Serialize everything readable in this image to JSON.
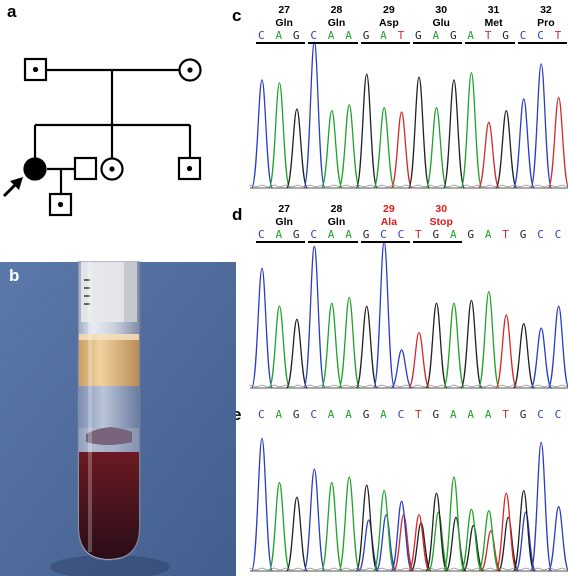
{
  "panels": {
    "a": "a",
    "b": "b",
    "c": "c",
    "d": "d",
    "e": "e"
  },
  "colors": {
    "A": "#22a22a",
    "C": "#2a3ec4",
    "G": "#222222",
    "T": "#d42a2a",
    "mutant_label": "#e01a1a",
    "photo_bg": "#4d6b9e"
  },
  "pedigree": {
    "proband_arrow": "arrow-icon",
    "individuals": [
      "I-1 male carrier",
      "I-2 female carrier",
      "II-1 affected female proband",
      "II-1 spouse male",
      "II-2 female carrier",
      "II-3 male carrier",
      "III-1 male carrier"
    ]
  },
  "panel_c": {
    "codons": [
      {
        "num": "27",
        "aa": "Gln",
        "bases": [
          "C",
          "A",
          "G"
        ]
      },
      {
        "num": "28",
        "aa": "Gln",
        "bases": [
          "C",
          "A",
          "A"
        ]
      },
      {
        "num": "29",
        "aa": "Asp",
        "bases": [
          "G",
          "A",
          "T"
        ]
      },
      {
        "num": "30",
        "aa": "Glu",
        "bases": [
          "G",
          "A",
          "G"
        ]
      },
      {
        "num": "31",
        "aa": "Met",
        "bases": [
          "A",
          "T",
          "G"
        ]
      },
      {
        "num": "32",
        "aa": "Pro",
        "bases": [
          "C",
          "C",
          "T"
        ]
      }
    ],
    "trace": [
      {
        "b": "C",
        "h": 0.74
      },
      {
        "b": "A",
        "h": 0.72
      },
      {
        "b": "G",
        "h": 0.54
      },
      {
        "b": "C",
        "h": 1.0
      },
      {
        "b": "A",
        "h": 0.53
      },
      {
        "b": "A",
        "h": 0.57
      },
      {
        "b": "G",
        "h": 0.78
      },
      {
        "b": "A",
        "h": 0.55
      },
      {
        "b": "T",
        "h": 0.52
      },
      {
        "b": "G",
        "h": 0.76
      },
      {
        "b": "A",
        "h": 0.55
      },
      {
        "b": "G",
        "h": 0.74
      },
      {
        "b": "A",
        "h": 0.79
      },
      {
        "b": "T",
        "h": 0.45
      },
      {
        "b": "G",
        "h": 0.53
      },
      {
        "b": "C",
        "h": 0.61
      },
      {
        "b": "C",
        "h": 0.85
      },
      {
        "b": "T",
        "h": 0.62
      }
    ]
  },
  "panel_d": {
    "codons": [
      {
        "num": "27",
        "aa": "Gln",
        "bases": [
          "C",
          "A",
          "G"
        ],
        "mutant": false
      },
      {
        "num": "28",
        "aa": "Gln",
        "bases": [
          "C",
          "A",
          "A"
        ],
        "mutant": false
      },
      {
        "num": "29",
        "aa": "Ala",
        "bases": [
          "G",
          "C",
          "C"
        ],
        "mutant": true
      },
      {
        "num": "30",
        "aa": "Stop",
        "bases": [
          "T",
          "G",
          "A"
        ],
        "mutant": true
      }
    ],
    "tail": [
      "G",
      "A",
      "T",
      "G",
      "C",
      "C"
    ],
    "trace": [
      {
        "b": "C",
        "h": 0.82
      },
      {
        "b": "A",
        "h": 0.56
      },
      {
        "b": "G",
        "h": 0.47
      },
      {
        "b": "C",
        "h": 0.97
      },
      {
        "b": "A",
        "h": 0.58
      },
      {
        "b": "A",
        "h": 0.62
      },
      {
        "b": "G",
        "h": 0.56
      },
      {
        "b": "C",
        "h": 1.0
      },
      {
        "b": "C",
        "h": 0.26
      },
      {
        "b": "T",
        "h": 0.38
      },
      {
        "b": "G",
        "h": 0.58
      },
      {
        "b": "A",
        "h": 0.58
      },
      {
        "b": "G",
        "h": 0.6
      },
      {
        "b": "A",
        "h": 0.66
      },
      {
        "b": "T",
        "h": 0.5
      },
      {
        "b": "G",
        "h": 0.44
      },
      {
        "b": "C",
        "h": 0.41
      },
      {
        "b": "C",
        "h": 0.56
      }
    ]
  },
  "panel_e": {
    "sequence": [
      "C",
      "A",
      "G",
      "C",
      "A",
      "A",
      "G",
      "A",
      "C",
      "T",
      "G",
      "A",
      "A",
      "A",
      "T",
      "G",
      "C",
      "C"
    ],
    "trace": [
      {
        "b": "C",
        "h": 0.99,
        "s": []
      },
      {
        "b": "A",
        "h": 0.66,
        "s": []
      },
      {
        "b": "G",
        "h": 0.55,
        "s": []
      },
      {
        "b": "C",
        "h": 0.76,
        "s": []
      },
      {
        "b": "A",
        "h": 0.66,
        "s": []
      },
      {
        "b": "A",
        "h": 0.7,
        "s": []
      },
      {
        "b": "G",
        "h": 0.64,
        "s": [
          [
            "C",
            0.38
          ]
        ]
      },
      {
        "b": "A",
        "h": 0.6,
        "s": [
          [
            "C",
            0.42
          ]
        ]
      },
      {
        "b": "C",
        "h": 0.52,
        "s": [
          [
            "T",
            0.42
          ]
        ]
      },
      {
        "b": "T",
        "h": 0.42,
        "s": [
          [
            "G",
            0.36
          ]
        ]
      },
      {
        "b": "G",
        "h": 0.58,
        "s": [
          [
            "A",
            0.44
          ]
        ]
      },
      {
        "b": "A",
        "h": 0.7,
        "s": [
          [
            "G",
            0.4
          ]
        ]
      },
      {
        "b": "A",
        "h": 0.46,
        "s": [
          [
            "G",
            0.34
          ]
        ]
      },
      {
        "b": "A",
        "h": 0.45,
        "s": [
          [
            "T",
            0.3
          ]
        ]
      },
      {
        "b": "T",
        "h": 0.58,
        "s": [
          [
            "G",
            0.4
          ]
        ]
      },
      {
        "b": "G",
        "h": 0.6,
        "s": [
          [
            "C",
            0.44
          ]
        ]
      },
      {
        "b": "C",
        "h": 0.96,
        "s": []
      },
      {
        "b": "C",
        "h": 0.48,
        "s": []
      }
    ]
  },
  "photo": {
    "subject": "blood collection tube"
  }
}
